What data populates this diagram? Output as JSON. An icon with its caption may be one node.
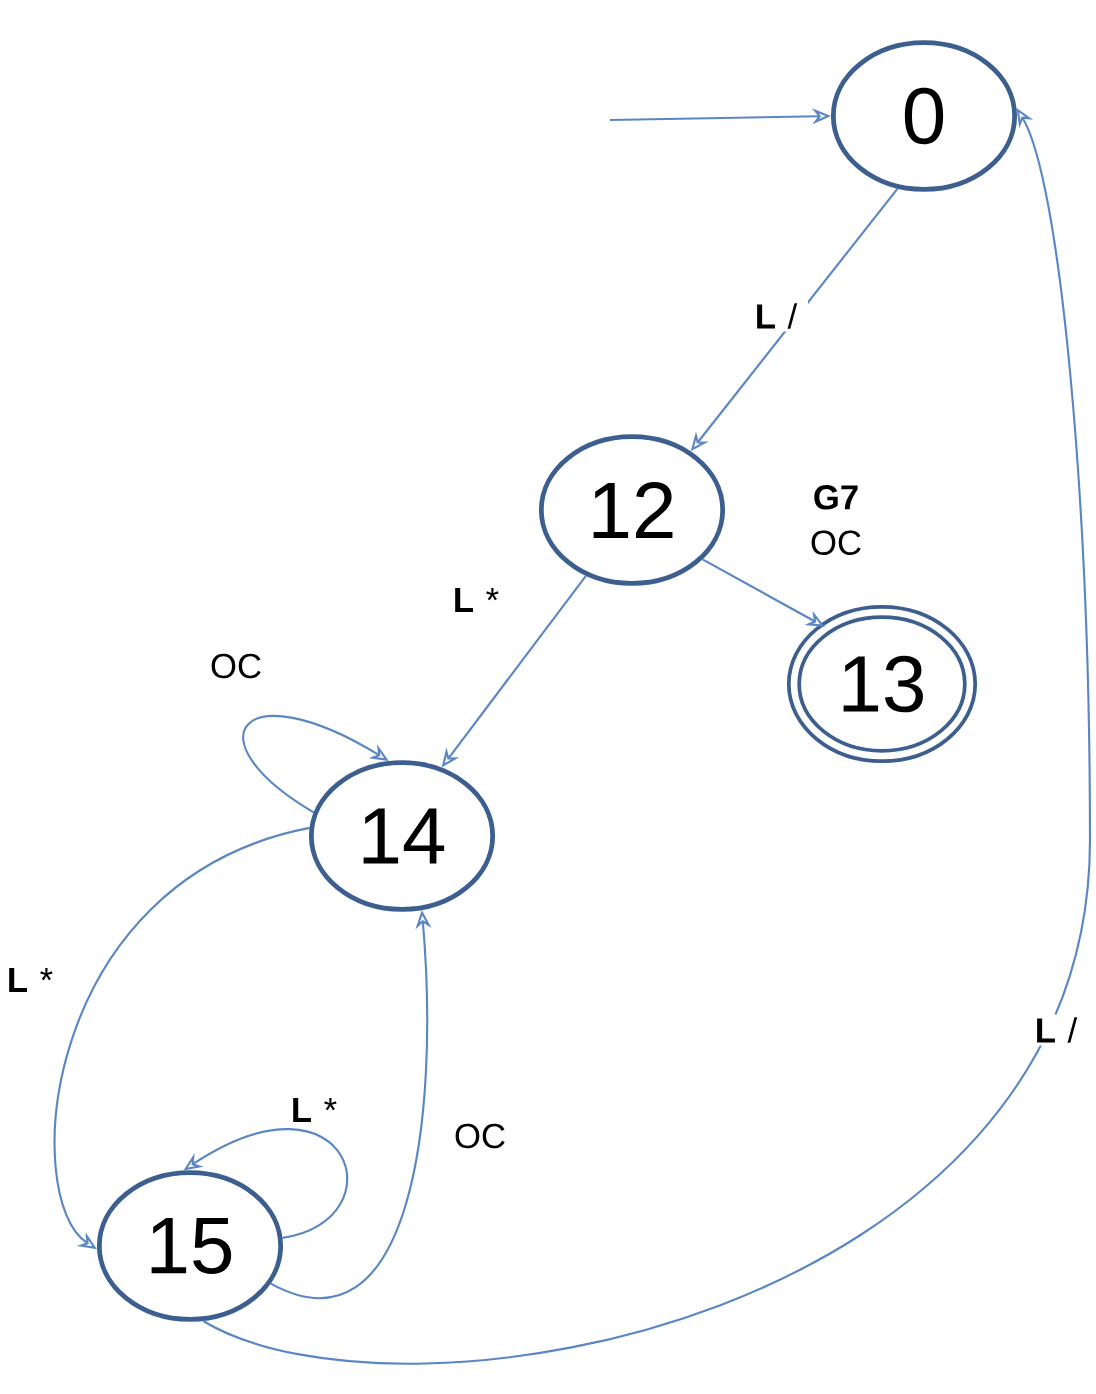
{
  "diagram": {
    "nodes": [
      {
        "text": [
          "0"
        ]
      },
      {
        "text": [
          "12"
        ]
      },
      {
        "text": [
          "13"
        ]
      },
      {
        "text": [
          "14"
        ]
      },
      {
        "text": [
          "15"
        ]
      }
    ],
    "edges": [
      {
        "from": null,
        "to": 0,
        "arrow": "to"
      },
      {
        "from": 0,
        "to": 1,
        "arrow": "to",
        "label": "**L** /"
      },
      {
        "from": 1,
        "to": 2,
        "arrow": "to",
        "label": "**G7** OC"
      },
      {
        "from": 1,
        "to": 3,
        "arrow": "to",
        "label": "**L** *"
      },
      {
        "from": 3,
        "to": 3,
        "arrow": "to",
        "label": "OC"
      },
      {
        "from": 3,
        "to": 4,
        "arrow": "to",
        "label": "**L** *"
      },
      {
        "from": 4,
        "to": 4,
        "arrow": "to",
        "label": "**L** *"
      },
      {
        "from": 4,
        "to": 3,
        "arrow": "to",
        "label": "OC"
      },
      {
        "from": 4,
        "to": 0,
        "arrow": "to",
        "label": "**L** /"
      }
    ]
  }
}
